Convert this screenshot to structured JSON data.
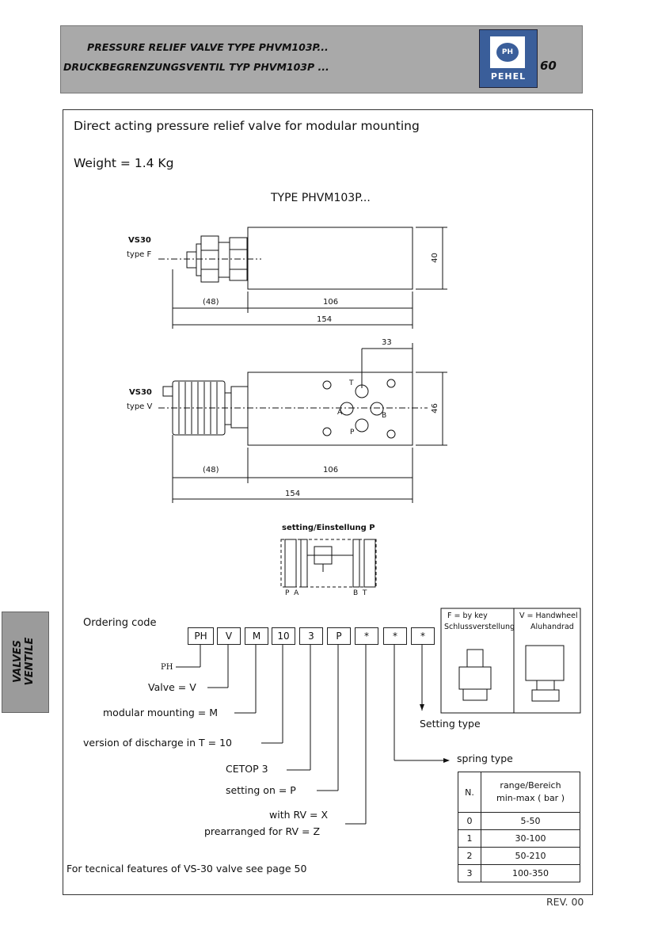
{
  "header": {
    "title_en": "PRESSURE RELIEF VALVE TYPE PHVM103P...",
    "title_de": "DRUCKBEGRENZUNGSVENTIL TYP PHVM103P ...",
    "logo_initials": "PH",
    "logo_text": "PEHEL",
    "page_number": "60"
  },
  "sidebar": {
    "line1": "VALVES",
    "line2": "VENTILE"
  },
  "intro": {
    "description": "Direct acting pressure relief valve for modular mounting",
    "weight": "Weight  =  1.4  Kg",
    "type_title": "TYPE PHVM103P..."
  },
  "drawing_f": {
    "label_main": "VS30",
    "label_sub": "type F",
    "dim_height": "40",
    "dim_ext": "(48)",
    "dim_body": "106",
    "dim_total": "154"
  },
  "drawing_v": {
    "label_main": "VS30",
    "label_sub": "type V",
    "dim_offset": "33",
    "dim_height": "46",
    "dim_ext": "(48)",
    "dim_body": "106",
    "dim_total": "154",
    "port_t": "T",
    "port_a": "A",
    "port_b": "B",
    "port_p": "P"
  },
  "schematic": {
    "title": "setting/Einstellung P",
    "ports_left": "P  A",
    "ports_right": "B  T"
  },
  "ordering": {
    "title": "Ordering code",
    "codes": [
      "PH",
      "V",
      "M",
      "10",
      "3",
      "P",
      "*",
      "*",
      "*"
    ],
    "lines": {
      "ph": "PH",
      "valve": "Valve  =  V",
      "modular": "modular  mounting  =  M",
      "version": "version  of  discharge  in  T  =  10",
      "cetop": "CETOP 3",
      "setting_on": "setting  on  =  P",
      "with_rv": "with  RV  =  X",
      "prearranged": "prearranged  for  RV  =  Z",
      "setting_type": "Setting  type",
      "spring_type": "spring  type"
    }
  },
  "setting_box": {
    "f_label": "F  =  by key",
    "f_sub": "Schlussverstellung",
    "v_label": "V  =  Handwheel",
    "v_sub": "Aluhandrad"
  },
  "spring_table": {
    "head_n": "N.",
    "head_range": "range/Bereich",
    "head_range2": "min-max  ( bar )",
    "rows": [
      {
        "n": "0",
        "range": "5-50"
      },
      {
        "n": "1",
        "range": "30-100"
      },
      {
        "n": "2",
        "range": "50-210"
      },
      {
        "n": "3",
        "range": "100-350"
      }
    ]
  },
  "footer": {
    "note": "For  tecnical  features  of  VS-30  valve  see  page  50",
    "rev": "REV.  00"
  }
}
